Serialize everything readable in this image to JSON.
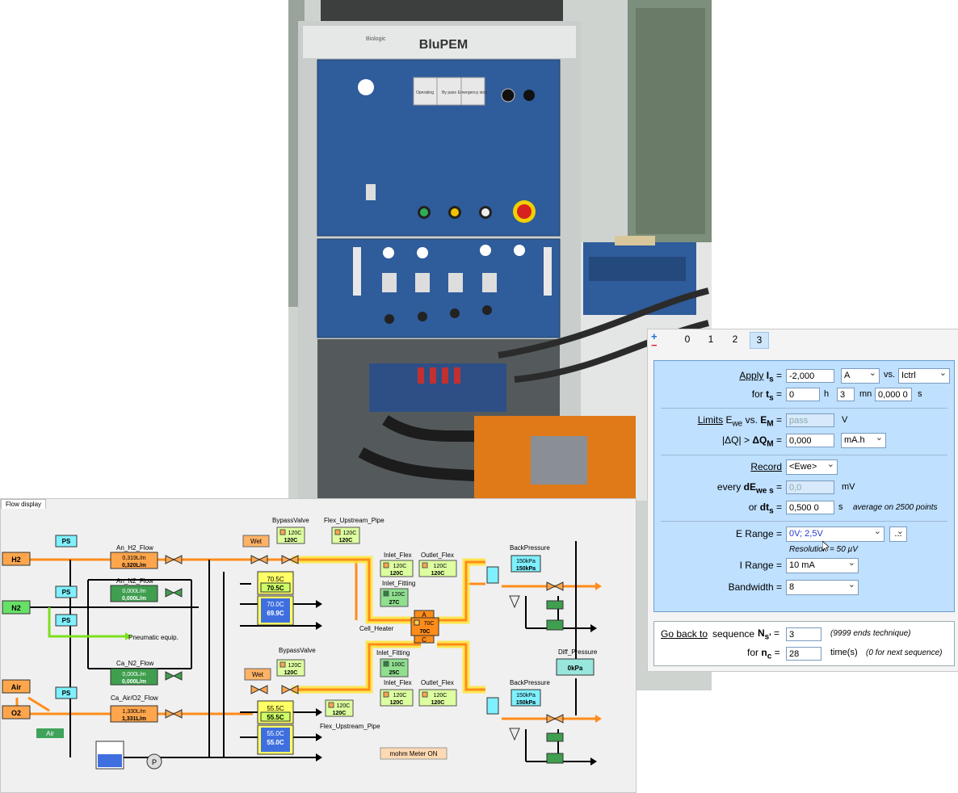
{
  "photo": {
    "brand_label": "BluPEM",
    "logo_text": "Biologic",
    "panel_labels": [
      "Operating",
      "By pass",
      "Emergency stop"
    ]
  },
  "flow_display": {
    "tab_label": "Flow display",
    "source_labels": {
      "h2": "H2",
      "n2": "N2",
      "air": "Air",
      "o2": "O2"
    },
    "ps_label": "PS",
    "air_button": "Air",
    "pneumatic_label": "Pneumatic equip.",
    "anode_h2": {
      "name": "An_H2_Flow",
      "values": [
        "0,319L/m",
        "0,320L/m"
      ]
    },
    "anode_n2": {
      "name": "An_N2_Flow",
      "values": [
        "0,000L/m",
        "0,000L/m"
      ]
    },
    "cathode_n2": {
      "name": "Ca_N2_Flow",
      "values": [
        "0,000L/m",
        "0,000L/m"
      ]
    },
    "cathode_air": {
      "name": "Ca_Air/O2_Flow",
      "values": [
        "1,330L/m",
        "1,331L/m"
      ]
    },
    "bypass_valve_label": "BypassValve",
    "wet_label": "Wet",
    "flex_upstream_label": "Flex_Upstream_Pipe",
    "temp_120": "120C",
    "anode_humidifier": [
      "70.5C",
      "70.5C"
    ],
    "anode_tank": [
      "70.0C",
      "69.9C"
    ],
    "cathode_humidifier": [
      "55.5C",
      "55.5C"
    ],
    "cathode_tank": [
      "55.0C",
      "55.0C"
    ],
    "inlet_flex_label": "Inlet_Flex",
    "outlet_flex_label": "Outlet_Flex",
    "inlet_fitting_label": "Inlet_Fitting",
    "inlet_fitting_anode": "27C",
    "inlet_fitting_cathode": "25C",
    "inlet_fitting_set_anode": "120C",
    "inlet_fitting_set_cathode": "100C",
    "cell_heater_label": "Cell_Heater",
    "cell_heater_values": [
      "70C",
      "70C"
    ],
    "cell_a": "A",
    "cell_c": "C",
    "back_pressure_label": "BackPressure",
    "back_pressure_values": [
      "150kPa",
      "150kPa"
    ],
    "diff_pressure_label": "Diff_Pressure",
    "diff_pressure_value": "0kPa",
    "mohm_label": "mohm Meter ON"
  },
  "technique_panel": {
    "tabs": [
      "0",
      "1",
      "2",
      "3"
    ],
    "active_tab": "3",
    "apply_label": "Apply",
    "is_label": "I",
    "is_sub": "s",
    "is_value": "-2,000",
    "is_unit": "A",
    "vs_label": "vs.",
    "vs_value": "Ictrl",
    "for_label": "for",
    "ts_label": "t",
    "ts_sub": "s",
    "ts_h": "0",
    "h_unit": "h",
    "ts_mn": "3",
    "mn_unit": "mn",
    "ts_s": "0,000 0",
    "s_unit": "s",
    "limits_label": "Limits",
    "ewe_label": "E",
    "ewe_sub": "we",
    "vs_em": "vs.",
    "em_label": "E",
    "em_sub": "M",
    "em_value": "pass",
    "v_unit": "V",
    "dq_label": "|ΔQ| >",
    "dqm_label": "ΔQ",
    "dqm_sub": "M",
    "dqm_value": "0,000",
    "dqm_unit": "mA.h",
    "record_label": "Record",
    "record_value": "<Ewe>",
    "every_label": "every",
    "dewe_label": "dE",
    "dewe_sub": "we s",
    "dewe_value": "0,0",
    "mv_unit": "mV",
    "or_label": "or",
    "dts_label": "dt",
    "dts_sub": "s",
    "dts_value": "0,500 0",
    "dts_unit": "s",
    "average_note": "average on 2500 points",
    "e_range_label": "E Range =",
    "e_range_value": "0V; 2,5V",
    "e_range_button": "...",
    "resolution": "Resolution = 50 µV",
    "i_range_label": "I Range =",
    "i_range_value": "10 mA",
    "bandwidth_label": "Bandwidth =",
    "bandwidth_value": "8",
    "go_back_label": "Go back to",
    "sequence_label": "sequence",
    "ns_label": "N",
    "ns_sub": "s'",
    "ns_value": "3",
    "ns_note": "(9999 ends technique)",
    "for_nc_label": "for",
    "nc_label": "n",
    "nc_sub": "c",
    "nc_value": "28",
    "nc_unit": "time(s)",
    "nc_note": "(0 for next sequence)",
    "equals": "="
  },
  "colors": {
    "cabinet_blue": "#2f5c9b",
    "pipe_orange": "#ff8c1a",
    "panel_blue": "#bfe0ff",
    "ps_cyan": "#7ff0ff",
    "readout_green": "#8fdf8f"
  }
}
